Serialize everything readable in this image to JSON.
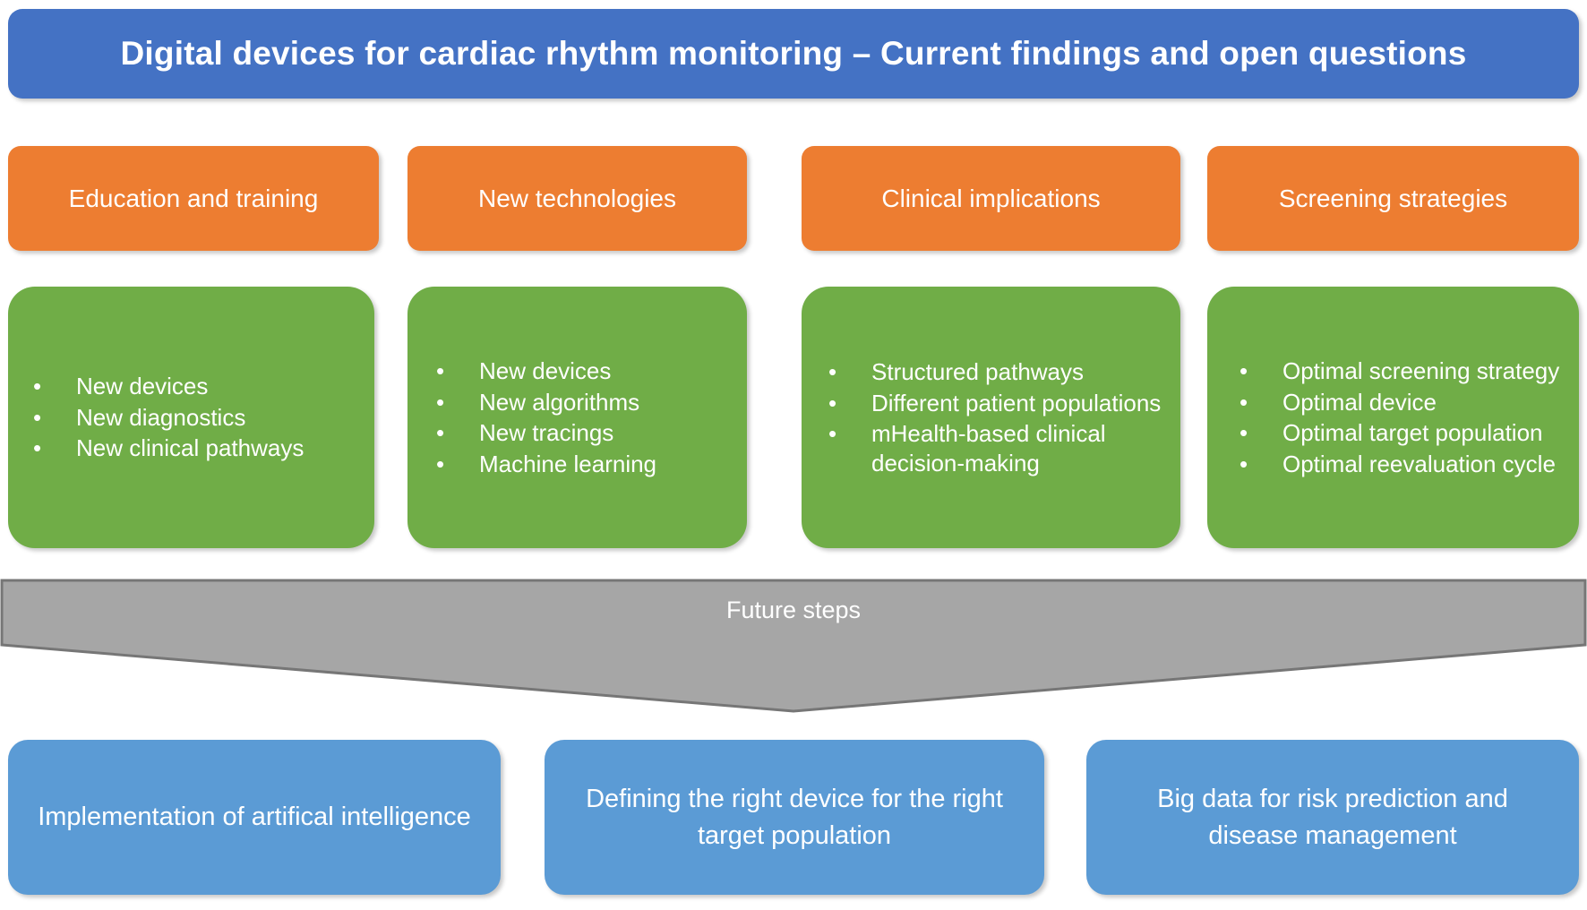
{
  "title": {
    "text": "Digital devices for cardiac rhythm monitoring – Current findings and open questions",
    "color": "#4472C4"
  },
  "categories": {
    "color": "#ED7D31",
    "items": [
      {
        "label": "Education and training"
      },
      {
        "label": "New technologies"
      },
      {
        "label": "Clinical implications"
      },
      {
        "label": "Screening strategies"
      }
    ]
  },
  "details": {
    "color": "#70AD47",
    "bullet_glyph": "•",
    "columns": [
      {
        "bullets": [
          "New devices",
          "New diagnostics",
          "New clinical pathways"
        ]
      },
      {
        "bullets": [
          "New devices",
          "New algorithms",
          "New tracings",
          "Machine learning"
        ]
      },
      {
        "bullets": [
          "Structured pathways",
          "Different patient populations",
          "mHealth-based clinical decision-making"
        ]
      },
      {
        "bullets": [
          "Optimal screening strategy",
          "Optimal device",
          "Optimal target population",
          "Optimal reevaluation cycle"
        ]
      }
    ]
  },
  "future": {
    "label": "Future steps",
    "fill_color": "#A6A6A6",
    "stroke_color": "#767676"
  },
  "steps": {
    "color": "#5B9BD5",
    "items": [
      {
        "label": "Implementation of artifical intelligence"
      },
      {
        "label": "Defining the right device for the right target population"
      },
      {
        "label": "Big data for risk prediction and disease management"
      }
    ]
  }
}
